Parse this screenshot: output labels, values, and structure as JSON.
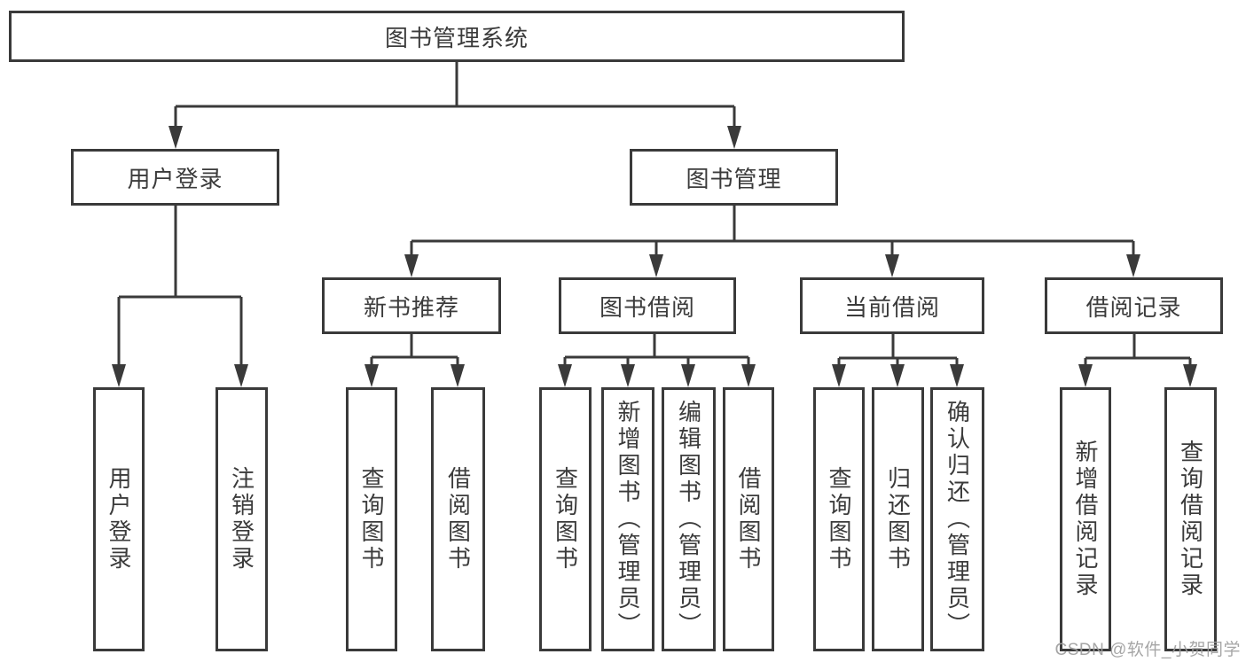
{
  "diagram_title": "图书管理系统",
  "tree": {
    "label": "图书管理系统",
    "children": [
      {
        "label": "用户登录",
        "children": [
          {
            "label": "用户登录"
          },
          {
            "label": "注销登录"
          }
        ]
      },
      {
        "label": "图书管理",
        "children": [
          {
            "label": "新书推荐",
            "children": [
              {
                "label": "查询图书"
              },
              {
                "label": "借阅图书"
              }
            ]
          },
          {
            "label": "图书借阅",
            "children": [
              {
                "label": "查询图书"
              },
              {
                "label": "新增图书（管理员）"
              },
              {
                "label": "编辑图书（管理员）"
              },
              {
                "label": "借阅图书"
              }
            ]
          },
          {
            "label": "当前借阅",
            "children": [
              {
                "label": "查询图书"
              },
              {
                "label": "归还图书"
              },
              {
                "label": "确认归还（管理员）"
              }
            ]
          },
          {
            "label": "借阅记录",
            "children": [
              {
                "label": "新增借阅记录"
              },
              {
                "label": "查询借阅记录"
              }
            ]
          }
        ]
      }
    ]
  },
  "watermark": {
    "text": "CSDN @软件_小贺同学"
  },
  "colors": {
    "line": "#3a3a3a",
    "box_border": "#3a3a3a",
    "text": "#3b3b3b",
    "background": "#ffffff",
    "watermark": "#9e9e9e"
  }
}
